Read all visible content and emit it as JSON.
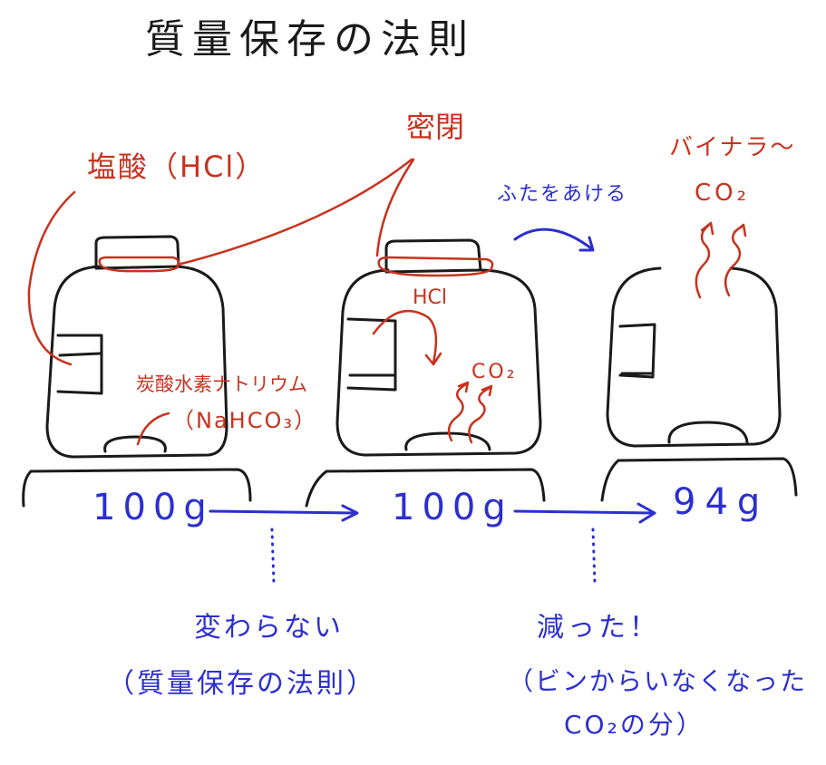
{
  "title": "質量保存の法則",
  "labels": {
    "hcl": "塩酸（HCl）",
    "sealed": "密閉",
    "sodium_bicarbonate_name": "炭酸水素ナトリウム",
    "sodium_bicarbonate_formula": "（NaHCO₃）",
    "hcl_short": "HCl",
    "co2_inside": "CO₂",
    "open_lid": "ふたをあける",
    "bye": "バイナラ～",
    "co2_escaping": "CO₂"
  },
  "weights": {
    "before": "100g",
    "sealed_after": "100g",
    "opened": "94g"
  },
  "notes": {
    "no_change": "変わらない",
    "law_note": "（質量保存の法則）",
    "decreased": "減った！",
    "reason_line1": "（ビンからいなくなった",
    "reason_line2": "CO₂の分）"
  },
  "colors": {
    "ink": "#1a1a1a",
    "red": "#c8321e",
    "blue": "#2b2fd0"
  }
}
